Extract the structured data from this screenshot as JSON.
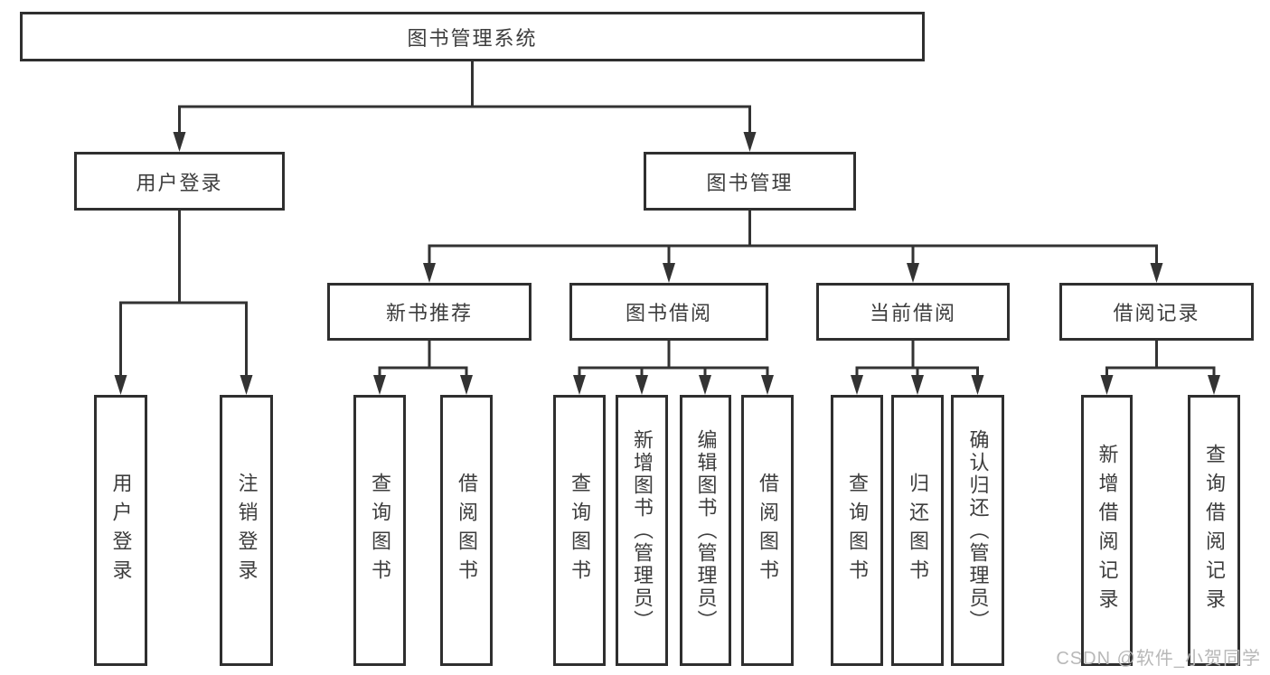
{
  "nodes": {
    "root": {
      "label": "图书管理系统"
    },
    "level2": [
      {
        "label": "用户登录"
      },
      {
        "label": "图书管理"
      }
    ],
    "level3": [
      {
        "label": "新书推荐"
      },
      {
        "label": "图书借阅"
      },
      {
        "label": "当前借阅"
      },
      {
        "label": "借阅记录"
      }
    ],
    "level4": {
      "user_login": [
        {
          "label": "用户登录"
        },
        {
          "label": "注销登录"
        }
      ],
      "new_book_recommend": [
        {
          "label": "查询图书"
        },
        {
          "label": "借阅图书"
        }
      ],
      "book_borrowing": [
        {
          "label": "查询图书"
        },
        {
          "label": "新增图书（管理员）"
        },
        {
          "label": "编辑图书（管理员）"
        },
        {
          "label": "借阅图书"
        }
      ],
      "current_borrowing": [
        {
          "label": "查询图书"
        },
        {
          "label": "归还图书"
        },
        {
          "label": "确认归还（管理员）"
        }
      ],
      "borrowing_records": [
        {
          "label": "新增借阅记录"
        },
        {
          "label": "查询借阅记录"
        }
      ]
    }
  },
  "watermark": {
    "text": "CSDN @软件_小贺同学"
  },
  "colors": {
    "line": "#333333",
    "border": "#2f2f2f",
    "text": "#3d3d3d",
    "background": "#ffffff",
    "watermark": "#b8b8b8"
  }
}
